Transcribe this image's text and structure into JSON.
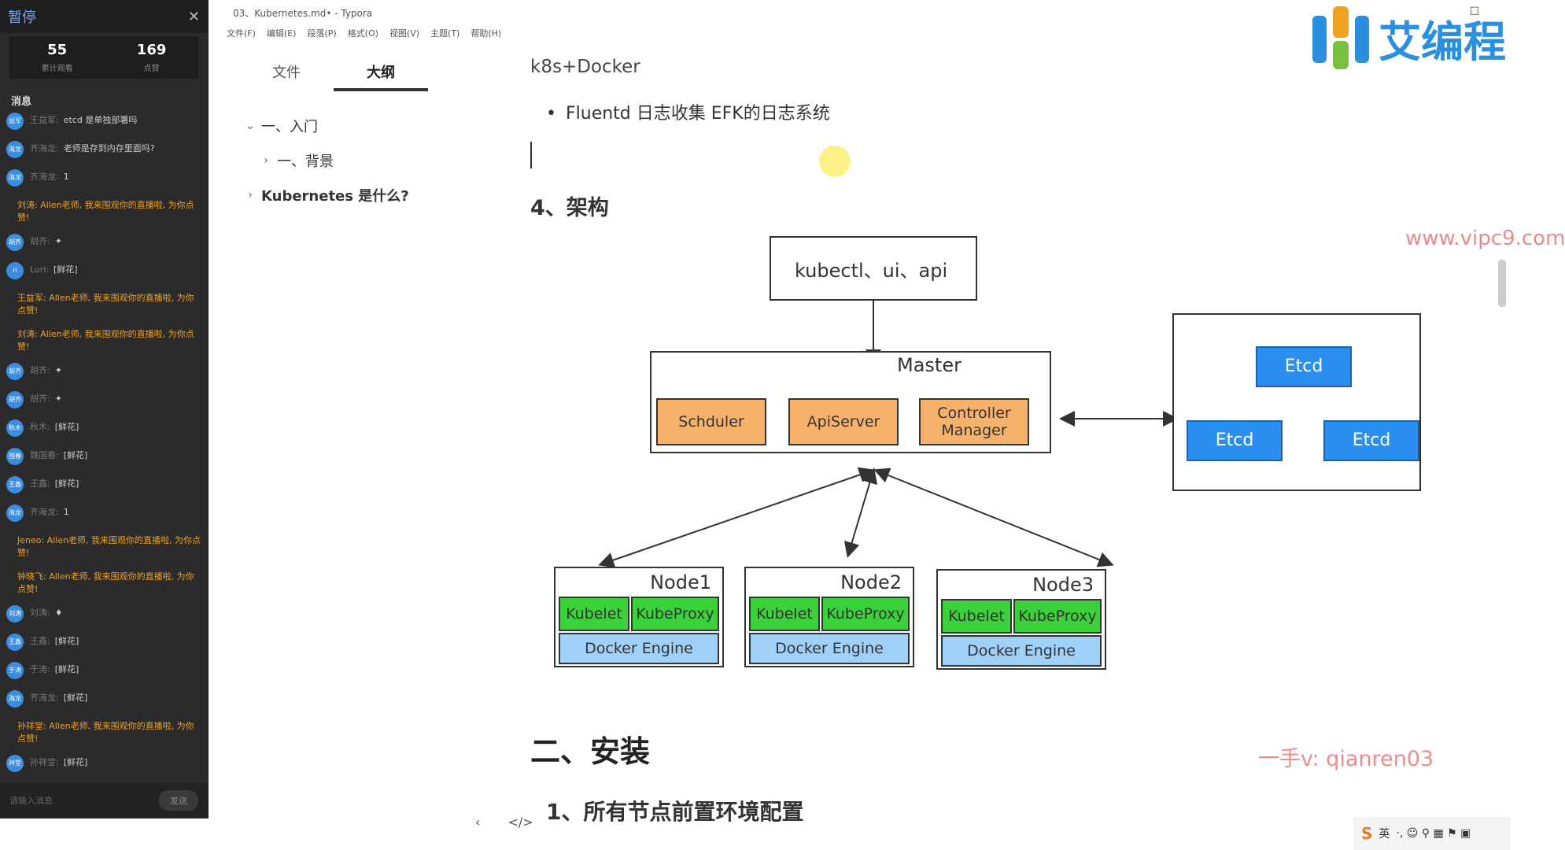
{
  "chat": {
    "status": "暂停",
    "close_icon": "close-icon",
    "stats": [
      {
        "value": "55",
        "label": "累计观看"
      },
      {
        "value": "169",
        "label": "点赞"
      }
    ],
    "messages_title": "消息",
    "messages": [
      {
        "avatar": "益军",
        "name": "王益军:",
        "text": "etcd 是单独部署吗"
      },
      {
        "avatar": "海龙",
        "name": "齐海龙:",
        "text": "老师是存到内存里面吗?"
      },
      {
        "avatar": "海龙",
        "name": "齐海龙:",
        "text": "1"
      },
      {
        "system": true,
        "text": "刘涛: Allen老师, 我来围观你的直播啦, 为你点赞!"
      },
      {
        "avatar": "胡齐",
        "name": "胡齐:",
        "text": "✦"
      },
      {
        "avatar": "ri",
        "name": "Lori:",
        "text": "[鲜花]"
      },
      {
        "system": true,
        "text": "王益军: Allen老师, 我来围观你的直播啦, 为你点赞!"
      },
      {
        "system": true,
        "text": "刘涛: Allen老师, 我来围观你的直播啦, 为你点赞!"
      },
      {
        "avatar": "胡齐",
        "name": "胡齐:",
        "text": "✦"
      },
      {
        "avatar": "胡齐",
        "name": "胡齐:",
        "text": "✦"
      },
      {
        "avatar": "秋木",
        "name": "秋木:",
        "text": "[鲜花]"
      },
      {
        "avatar": "国春",
        "name": "魏国春:",
        "text": "[鲜花]"
      },
      {
        "avatar": "王鑫",
        "name": "王鑫:",
        "text": "[鲜花]"
      },
      {
        "avatar": "海龙",
        "name": "齐海龙:",
        "text": "1"
      },
      {
        "system": true,
        "text": "Jeneo: Allen老师, 我来围观你的直播啦, 为你点赞!"
      },
      {
        "system": true,
        "text": "钟晓飞: Allen老师, 我来围观你的直播啦, 为你点赞!"
      },
      {
        "avatar": "刘涛",
        "name": "刘涛:",
        "text": "♦"
      },
      {
        "avatar": "王鑫",
        "name": "王鑫:",
        "text": "[鲜花]"
      },
      {
        "avatar": "于涛",
        "name": "于涛:",
        "text": "[鲜花]"
      },
      {
        "avatar": "海龙",
        "name": "齐海龙:",
        "text": "[鲜花]"
      },
      {
        "system": true,
        "text": "孙祥堂: Allen老师, 我来围观你的直播啦, 为你点赞!"
      },
      {
        "avatar": "祥堂",
        "name": "孙祥堂:",
        "text": "[鲜花]"
      }
    ],
    "input_placeholder": "请输入消息",
    "send_label": "发送"
  },
  "window": {
    "title": "03、Kubernetes.md• - Typora",
    "menu": [
      "文件(F)",
      "编辑(E)",
      "段落(P)",
      "格式(O)",
      "视图(V)",
      "主题(T)",
      "帮助(H)"
    ],
    "controls": "□"
  },
  "sidebar": {
    "tabs": [
      {
        "label": "文件",
        "active": false
      },
      {
        "label": "大纲",
        "active": true
      }
    ],
    "outline": [
      {
        "chev": "⌄",
        "label": "一、入门",
        "indent": 0,
        "bold": false
      },
      {
        "chev": "›",
        "label": "一、背景",
        "indent": 1,
        "bold": false
      },
      {
        "chev": "›",
        "label": "Kubernetes 是什么?",
        "indent": 0,
        "bold": true
      }
    ]
  },
  "doc": {
    "line1": "k8s+Docker",
    "bullet": "Fluentd 日志收集  EFK的日志系统",
    "heading_arch": "4、架构",
    "watermark1": "www.vipc9.com",
    "diagram": {
      "client": "kubectl、ui、api",
      "master": "Master",
      "master_components": [
        "Schduler",
        "ApiServer",
        "Controller Manager"
      ],
      "etcd": [
        "Etcd",
        "Etcd",
        "Etcd"
      ],
      "nodes": [
        {
          "name": "Node1",
          "kubelet": "Kubelet",
          "proxy": "KubeProxy",
          "engine": "Docker Engine"
        },
        {
          "name": "Node2",
          "kubelet": "Kubelet",
          "proxy": "KubeProxy",
          "engine": "Docker Engine"
        },
        {
          "name": "Node3",
          "kubelet": "Kubelet",
          "proxy": "KubeProxy",
          "engine": "Docker Engine"
        }
      ]
    },
    "heading_install": "二、安装",
    "watermark2": "一手v: qianren03",
    "heading_partial": "1、所有节点前置环境配置"
  },
  "bottombar": {
    "back": "‹",
    "source": "</>"
  },
  "logo": {
    "text": "艾编程"
  },
  "tray": {
    "ime": "S",
    "lang": "英",
    "icons": "·, ☺ ⚲ ▦ ⚑ ▣"
  }
}
